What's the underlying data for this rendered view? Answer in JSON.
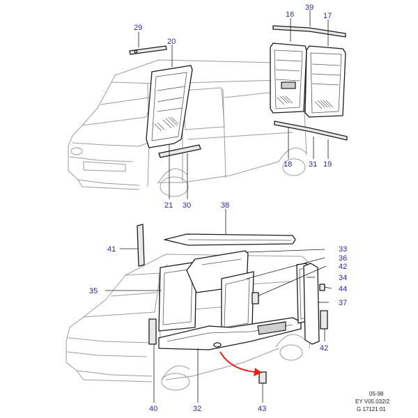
{
  "callouts": {
    "c16": "16",
    "c17": "17",
    "c18": "18",
    "c19": "19",
    "c20": "20",
    "c21": "21",
    "c29": "29",
    "c30": "30",
    "c31": "31",
    "c32": "32",
    "c33": "33",
    "c34": "34",
    "c35": "35",
    "c36": "36",
    "c37": "37",
    "c38": "38",
    "c39": "39",
    "c40": "40",
    "c41": "41",
    "c42a": "42",
    "c42b": "42",
    "c43": "43",
    "c44": "44"
  },
  "reference": {
    "date": "05-98",
    "code": "EY V05.032/2",
    "figure": "G 17121 01"
  },
  "colors": {
    "callout": "#2a2a99",
    "arrow": "#e2231a",
    "outline": "#9a9a9a",
    "part": "#1a1a1a"
  }
}
